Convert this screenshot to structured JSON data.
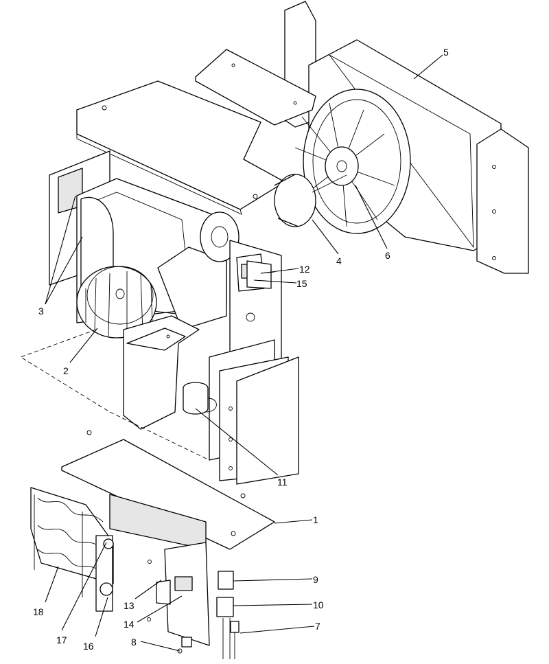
{
  "callouts": [
    {
      "id": "1",
      "label": "1"
    },
    {
      "id": "2",
      "label": "2"
    },
    {
      "id": "3",
      "label": "3"
    },
    {
      "id": "4",
      "label": "4"
    },
    {
      "id": "5",
      "label": "5"
    },
    {
      "id": "6",
      "label": "6"
    },
    {
      "id": "7",
      "label": "7"
    },
    {
      "id": "8",
      "label": "8"
    },
    {
      "id": "9",
      "label": "9"
    },
    {
      "id": "10",
      "label": "10"
    },
    {
      "id": "11",
      "label": "11"
    },
    {
      "id": "12",
      "label": "12"
    },
    {
      "id": "13",
      "label": "13"
    },
    {
      "id": "14",
      "label": "14"
    },
    {
      "id": "15",
      "label": "15"
    },
    {
      "id": "16",
      "label": "16"
    },
    {
      "id": "17",
      "label": "17"
    },
    {
      "id": "18",
      "label": "18"
    }
  ],
  "colors": {
    "line": "#000000",
    "background": "#ffffff",
    "shade": "#e6e6e6"
  }
}
